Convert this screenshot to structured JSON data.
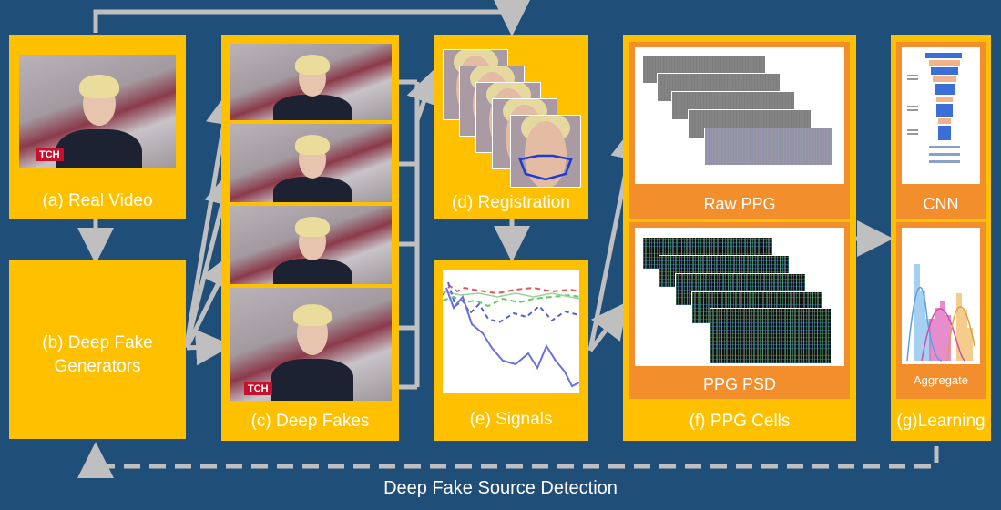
{
  "labels": {
    "real_video": "(a) Real Video",
    "generators_line1": "(b) Deep Fake",
    "generators_line2": "Generators",
    "deep_fakes": "(c) Deep Fakes",
    "registration": "(d) Registration",
    "signals": "(e) Signals",
    "ppg_cells": "(f) PPG Cells",
    "raw_ppg": "Raw PPG",
    "ppg_psd": "PPG PSD",
    "cnn": "CNN",
    "learning": "(g)Learning",
    "aggregate": "Aggregate",
    "source_detection": "Deep Fake Source Detection"
  },
  "logo_text": "TCH",
  "colors": {
    "background": "#1f4e79",
    "box": "#ffc000",
    "panel": "#f28e2b",
    "arrow": "#bfbfbf",
    "text": "#ffffff"
  }
}
